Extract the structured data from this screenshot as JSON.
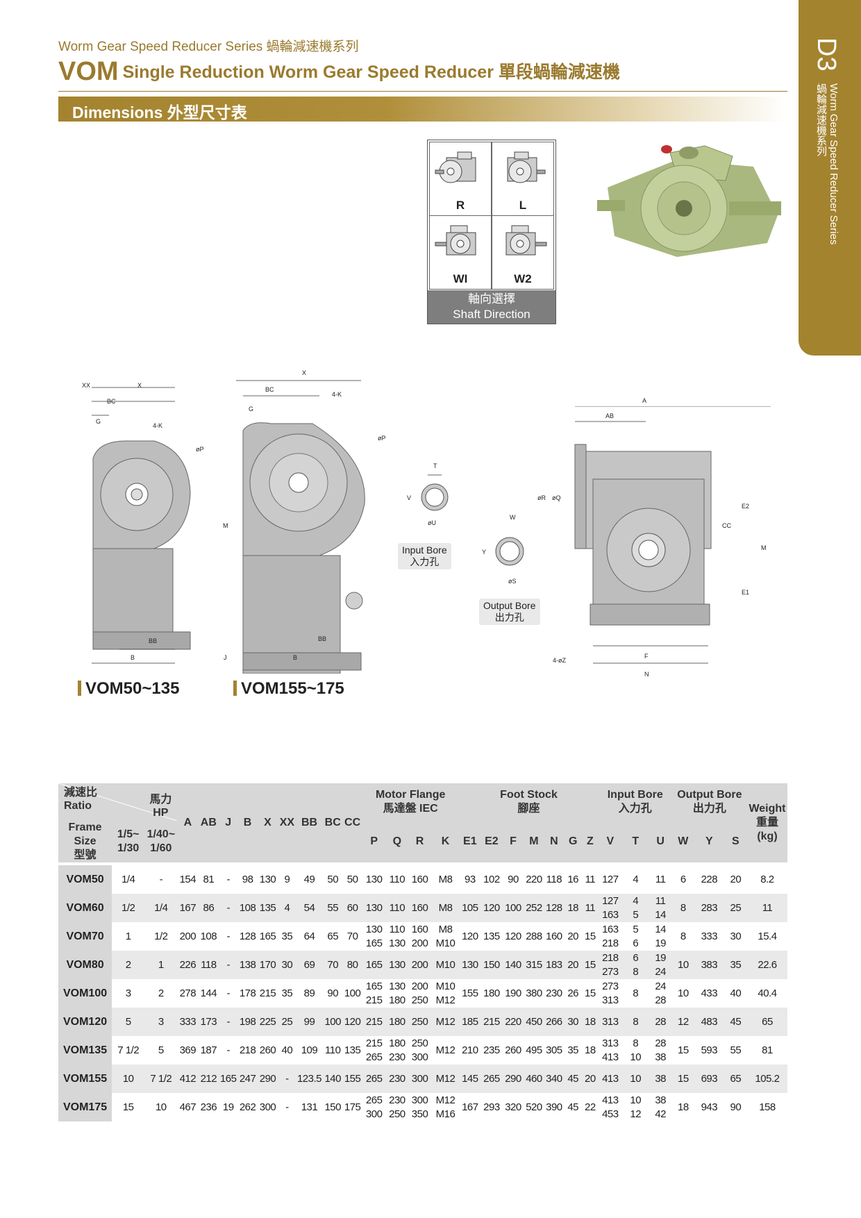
{
  "header": {
    "series": "Worm Gear Speed Reducer Series 蝸輪減速機系列",
    "title_vom": "VOM",
    "title_rest": "Single Reduction Worm Gear Speed Reducer 單段蝸輪減速機",
    "dimensions_label": "Dimensions 外型尺寸表"
  },
  "side_tab": {
    "code": "D3",
    "text_en": "Worm Gear Speed Reducer Series",
    "text_cn": "蝸輪減速機系列"
  },
  "shaft_direction": {
    "cells": [
      "R",
      "L",
      "WI",
      "W2"
    ],
    "label_cn": "軸向選擇",
    "label_en": "Shaft Direction"
  },
  "drawings": {
    "small_caption": "VOM50~135",
    "large_caption": "VOM155~175",
    "input_bore_en": "Input Bore",
    "input_bore_cn": "入力孔",
    "output_bore_en": "Output Bore",
    "output_bore_cn": "出力孔",
    "dims": {
      "xx": "XX",
      "x": "X",
      "bc": "BC",
      "g": "G",
      "k4": "4-K",
      "p": "øP",
      "bb": "BB",
      "b": "B",
      "m": "M",
      "j": "J",
      "t": "T",
      "v": "V",
      "u": "øU",
      "w": "W",
      "y": "Y",
      "s": "øS",
      "a": "A",
      "ab": "AB",
      "r": "øR",
      "q": "øQ",
      "cc": "CC",
      "e2": "E2",
      "e1": "E1",
      "f": "F",
      "n": "N",
      "z4": "4-øZ"
    }
  },
  "table": {
    "h_ratio_cn": "減速比",
    "h_ratio_en": "Ratio",
    "h_hp_cn": "馬力",
    "h_hp_en": "HP",
    "h_frame_en1": "Frame",
    "h_frame_en2": "Size",
    "h_frame_cn": "型號",
    "h_r1_a": "1/5~",
    "h_r1_b": "1/30",
    "h_r2_a": "1/40~",
    "h_r2_b": "1/60",
    "dim_cols": [
      "A",
      "AB",
      "J",
      "B",
      "X",
      "XX",
      "BB",
      "BC",
      "CC"
    ],
    "h_motor_en": "Motor Flange",
    "h_motor_cn": "馬達盤 IEC",
    "h_foot_en": "Foot Stock",
    "h_foot_cn": "腳座",
    "h_inbore_en": "Input Bore",
    "h_inbore_cn": "入力孔",
    "h_outbore_en": "Output Bore",
    "h_outbore_cn": "出力孔",
    "h_weight_en": "Weight",
    "h_weight_cn": "重量",
    "h_weight_unit": "(kg)",
    "motor_cols": [
      "P",
      "Q",
      "R",
      "K"
    ],
    "foot_cols": [
      "E1",
      "E2",
      "F",
      "M",
      "N",
      "G",
      "Z"
    ],
    "inbore_cols": [
      "V",
      "T",
      "U"
    ],
    "outbore_cols": [
      "W",
      "Y",
      "S"
    ],
    "rows": [
      {
        "frame": "VOM50",
        "r1": "1/4",
        "r2": "-",
        "A": "154",
        "AB": "81",
        "J": "-",
        "B": "98",
        "X": "130",
        "XX": "9",
        "BB": "49",
        "BC": "50",
        "CC": "50",
        "P": "130",
        "Q": "110",
        "R": "160",
        "K": "M8",
        "E1": "93",
        "E2": "102",
        "F": "90",
        "M": "220",
        "N": "118",
        "G": "16",
        "Z": "11",
        "V": "127",
        "T": "4",
        "U": "11",
        "W": "6",
        "Y": "228",
        "S": "20",
        "Wt": "8.2"
      },
      {
        "frame": "VOM60",
        "r1": "1/2",
        "r2": "1/4",
        "A": "167",
        "AB": "86",
        "J": "-",
        "B": "108",
        "X": "135",
        "XX": "4",
        "BB": "54",
        "BC": "55",
        "CC": "60",
        "P": "130",
        "Q": "110",
        "R": "160",
        "K": "M8",
        "E1": "105",
        "E2": "120",
        "F": "100",
        "M": "252",
        "N": "128",
        "G": "18",
        "Z": "11",
        "V": "127\n163",
        "T": "4\n5",
        "U": "11\n14",
        "W": "8",
        "Y": "283",
        "S": "25",
        "Wt": "11"
      },
      {
        "frame": "VOM70",
        "r1": "1",
        "r2": "1/2",
        "A": "200",
        "AB": "108",
        "J": "-",
        "B": "128",
        "X": "165",
        "XX": "35",
        "BB": "64",
        "BC": "65",
        "CC": "70",
        "P": "130\n165",
        "Q": "110\n130",
        "R": "160\n200",
        "K": "M8\nM10",
        "E1": "120",
        "E2": "135",
        "F": "120",
        "M": "288",
        "N": "160",
        "G": "20",
        "Z": "15",
        "V": "163\n218",
        "T": "5\n6",
        "U": "14\n19",
        "W": "8",
        "Y": "333",
        "S": "30",
        "Wt": "15.4"
      },
      {
        "frame": "VOM80",
        "r1": "2",
        "r2": "1",
        "A": "226",
        "AB": "118",
        "J": "-",
        "B": "138",
        "X": "170",
        "XX": "30",
        "BB": "69",
        "BC": "70",
        "CC": "80",
        "P": "165",
        "Q": "130",
        "R": "200",
        "K": "M10",
        "E1": "130",
        "E2": "150",
        "F": "140",
        "M": "315",
        "N": "183",
        "G": "20",
        "Z": "15",
        "V": "218\n273",
        "T": "6\n8",
        "U": "19\n24",
        "W": "10",
        "Y": "383",
        "S": "35",
        "Wt": "22.6"
      },
      {
        "frame": "VOM100",
        "r1": "3",
        "r2": "2",
        "A": "278",
        "AB": "144",
        "J": "-",
        "B": "178",
        "X": "215",
        "XX": "35",
        "BB": "89",
        "BC": "90",
        "CC": "100",
        "P": "165\n215",
        "Q": "130\n180",
        "R": "200\n250",
        "K": "M10\nM12",
        "E1": "155",
        "E2": "180",
        "F": "190",
        "M": "380",
        "N": "230",
        "G": "26",
        "Z": "15",
        "V": "273\n313",
        "T": "8",
        "U": "24\n28",
        "W": "10",
        "Y": "433",
        "S": "40",
        "Wt": "40.4"
      },
      {
        "frame": "VOM120",
        "r1": "5",
        "r2": "3",
        "A": "333",
        "AB": "173",
        "J": "-",
        "B": "198",
        "X": "225",
        "XX": "25",
        "BB": "99",
        "BC": "100",
        "CC": "120",
        "P": "215",
        "Q": "180",
        "R": "250",
        "K": "M12",
        "E1": "185",
        "E2": "215",
        "F": "220",
        "M": "450",
        "N": "266",
        "G": "30",
        "Z": "18",
        "V": "313",
        "T": "8",
        "U": "28",
        "W": "12",
        "Y": "483",
        "S": "45",
        "Wt": "65"
      },
      {
        "frame": "VOM135",
        "r1": "7 1/2",
        "r2": "5",
        "A": "369",
        "AB": "187",
        "J": "-",
        "B": "218",
        "X": "260",
        "XX": "40",
        "BB": "109",
        "BC": "110",
        "CC": "135",
        "P": "215\n265",
        "Q": "180\n230",
        "R": "250\n300",
        "K": "M12",
        "E1": "210",
        "E2": "235",
        "F": "260",
        "M": "495",
        "N": "305",
        "G": "35",
        "Z": "18",
        "V": "313\n413",
        "T": "8\n10",
        "U": "28\n38",
        "W": "15",
        "Y": "593",
        "S": "55",
        "Wt": "81"
      },
      {
        "frame": "VOM155",
        "r1": "10",
        "r2": "7 1/2",
        "A": "412",
        "AB": "212",
        "J": "165",
        "B": "247",
        "X": "290",
        "XX": "-",
        "BB": "123.5",
        "BC": "140",
        "CC": "155",
        "P": "265",
        "Q": "230",
        "R": "300",
        "K": "M12",
        "E1": "145",
        "E2": "265",
        "F": "290",
        "M": "460",
        "N": "340",
        "G": "45",
        "Z": "20",
        "V": "413",
        "T": "10",
        "U": "38",
        "W": "15",
        "Y": "693",
        "S": "65",
        "Wt": "105.2"
      },
      {
        "frame": "VOM175",
        "r1": "15",
        "r2": "10",
        "A": "467",
        "AB": "236",
        "J": "19",
        "B": "262",
        "X": "300",
        "XX": "-",
        "BB": "131",
        "BC": "150",
        "CC": "175",
        "P": "265\n300",
        "Q": "230\n250",
        "R": "300\n350",
        "K": "M12\nM16",
        "E1": "167",
        "E2": "293",
        "F": "320",
        "M": "520",
        "N": "390",
        "G": "45",
        "Z": "22",
        "V": "413\n453",
        "T": "10\n12",
        "U": "38\n42",
        "W": "18",
        "Y": "943",
        "S": "90",
        "Wt": "158"
      }
    ]
  }
}
